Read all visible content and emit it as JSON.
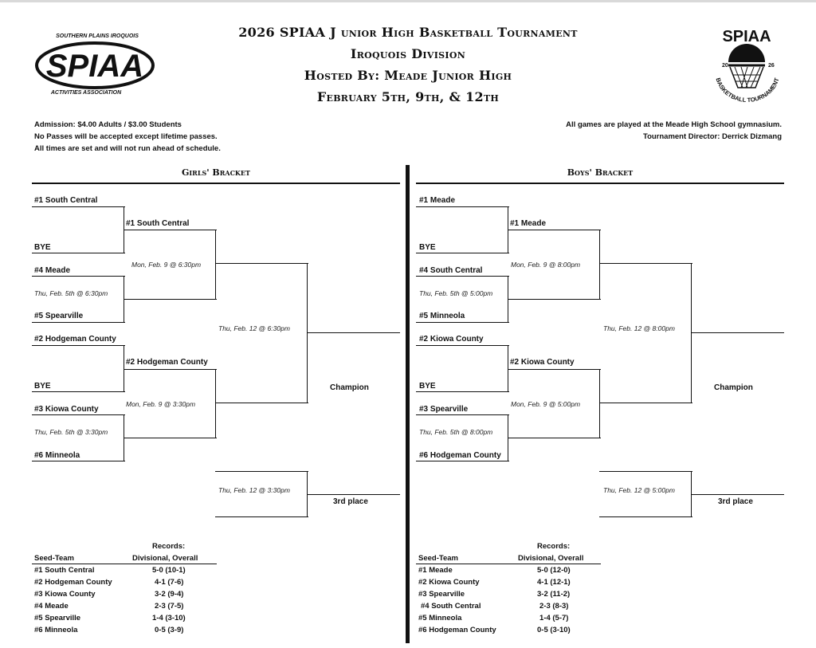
{
  "header": {
    "line1": "2026 SPIAA J unior High Basketball Tournament",
    "line2": "Iroquois Division",
    "line3": "Hosted By: Meade Junior High",
    "line4": "February 5th, 9th, & 12th"
  },
  "logo_left": {
    "top_text": "SOUTHERN PLAINS IROQUOIS",
    "main": "SPIAA",
    "bottom_text": "ACTIVITIES ASSOCIATION"
  },
  "logo_right": {
    "main": "SPIAA",
    "year_left": "20",
    "year_right": "26",
    "ring_text": "BASKETBALL TOURNAMENT"
  },
  "info_left": [
    "Admission: $4.00 Adults / $3.00 Students",
    "No Passes will be accepted except lifetime passes.",
    "All times are set and will not run ahead of schedule."
  ],
  "info_right": [
    "All games are played at the Meade High School gymnasium.",
    "Tournament Director: Derrick Dizmang"
  ],
  "girls": {
    "title": "Girls' Bracket",
    "r1": [
      "#1 South Central",
      "BYE",
      "#4 Meade",
      "#5 Spearville",
      "#2 Hodgeman County",
      "BYE",
      "#3 Kiowa County",
      "#6 Minneola"
    ],
    "r1_dates": [
      "Thu, Feb. 5th @ 6:30pm",
      "Thu, Feb. 5th @ 3:30pm"
    ],
    "r2": [
      "#1 South Central",
      "#2 Hodgeman County"
    ],
    "r2_dates": [
      "Mon, Feb. 9 @ 6:30pm",
      "Mon, Feb. 9 @ 3:30pm"
    ],
    "final_date": "Thu, Feb. 12 @ 6:30pm",
    "champion": "Champion",
    "third_date": "Thu, Feb. 12 @ 3:30pm",
    "third": "3rd place",
    "records_title": "Records:",
    "col_seed": "Seed-Team",
    "col_rec": "Divisional, Overall",
    "records": [
      {
        "team": "#1 South Central",
        "rec": "5-0 (10-1)"
      },
      {
        "team": "#2 Hodgeman County",
        "rec": "4-1 (7-6)"
      },
      {
        "team": "#3 Kiowa County",
        "rec": "3-2 (9-4)"
      },
      {
        "team": "#4 Meade",
        "rec": "2-3 (7-5)"
      },
      {
        "team": "#5 Spearville",
        "rec": "1-4 (3-10)"
      },
      {
        "team": "#6 Minneola",
        "rec": "0-5 (3-9)"
      }
    ]
  },
  "boys": {
    "title": "Boys' Bracket",
    "r1": [
      "#1 Meade",
      "BYE",
      "#4 South Central",
      "#5 Minneola",
      "#2 Kiowa County",
      "BYE",
      "#3 Spearville",
      "#6 Hodgeman County"
    ],
    "r1_dates": [
      "Thu, Feb. 5th @ 5:00pm",
      "Thu, Feb. 5th @ 8:00pm"
    ],
    "r2": [
      "#1 Meade",
      "#2 Kiowa County"
    ],
    "r2_dates": [
      "Mon, Feb. 9 @ 8:00pm",
      "Mon, Feb. 9 @ 5:00pm"
    ],
    "final_date": "Thu, Feb. 12 @ 8:00pm",
    "champion": "Champion",
    "third_date": "Thu, Feb. 12 @ 5:00pm",
    "third": "3rd place",
    "records_title": "Records:",
    "col_seed": "Seed-Team",
    "col_rec": "Divisional, Overall",
    "records": [
      {
        "team": "#1 Meade",
        "rec": "5-0 (12-0)"
      },
      {
        "team": "#2 Kiowa County",
        "rec": "4-1 (12-1)"
      },
      {
        "team": "#3 Spearville",
        "rec": "3-2 (11-2)"
      },
      {
        "team": "#4 South Central",
        "rec": "2-3 (8-3)"
      },
      {
        "team": "#5 Minneola",
        "rec": "1-4 (5-7)"
      },
      {
        "team": "#6 Hodgeman County",
        "rec": "0-5 (3-10)"
      }
    ]
  }
}
